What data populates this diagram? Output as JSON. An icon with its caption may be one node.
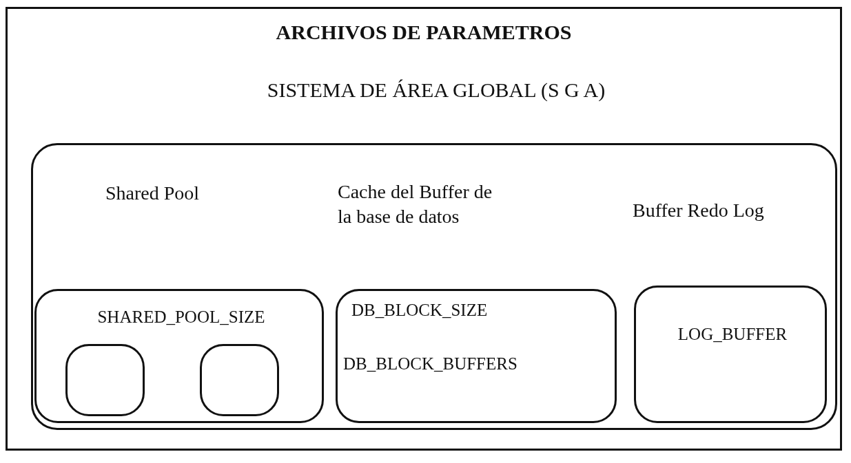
{
  "diagram": {
    "title": "ARCHIVOS DE PARAMETROS",
    "nodes": [
      {
        "text": [
          "SISTEMA DE ÁREA GLOBAL (S G A)"
        ]
      },
      {
        "text": [
          "Shared Pool",
          "SHARED_POOL_SIZE"
        ],
        "in": 0
      },
      {
        "text": [],
        "shape": "box",
        "in": 1
      },
      {
        "text": [],
        "shape": "box",
        "in": 1
      },
      {
        "text": [
          "Cache del Buffer de la base de datos",
          "DB_BLOCK_SIZE",
          "DB_BLOCK_BUFFERS"
        ],
        "in": 0
      },
      {
        "text": [
          "Buffer Redo Log",
          "LOG_BUFFER"
        ],
        "in": 0
      }
    ]
  }
}
